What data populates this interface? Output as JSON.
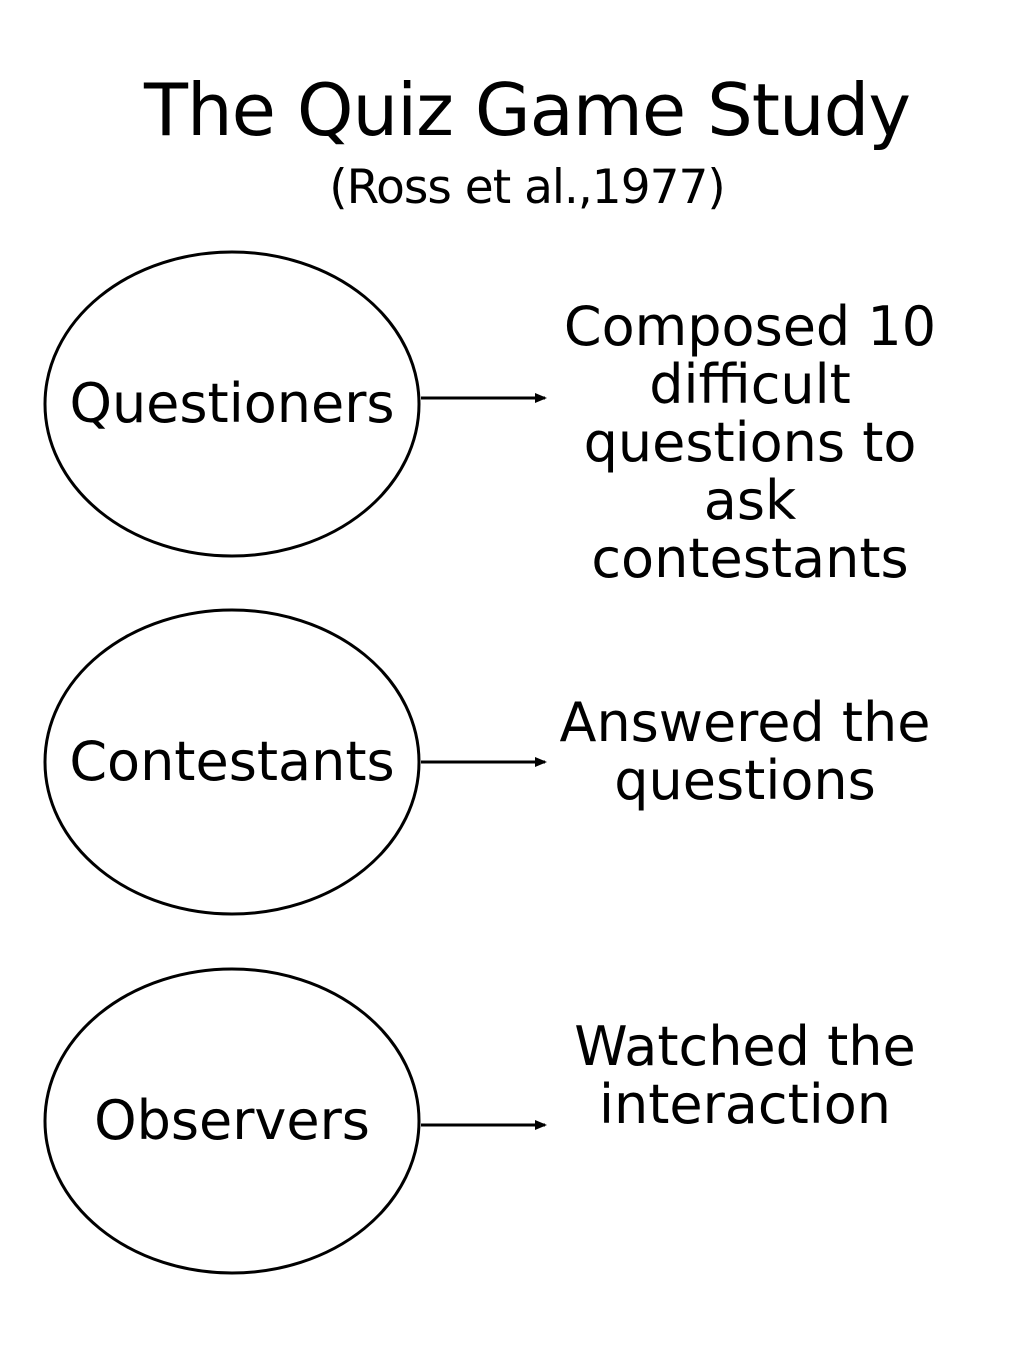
{
  "title": "The Quiz Game Study",
  "subtitle": "(Ross et al.,1977)",
  "rows": [
    {
      "role": "Questioners",
      "description": "Composed 10 difficult questions to ask contestants"
    },
    {
      "role": "Contestants",
      "description": "Answered the questions"
    },
    {
      "role": "Observers",
      "description": "Watched the interaction"
    }
  ],
  "colors": {
    "stroke": "#000000",
    "text": "#000000",
    "background": "#ffffff"
  }
}
